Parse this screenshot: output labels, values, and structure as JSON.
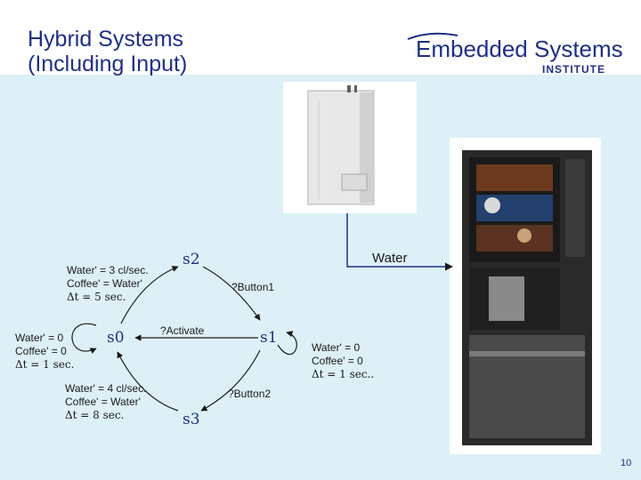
{
  "slide": {
    "title_line1": "Hybrid Systems",
    "title_line2": "(Including Input)",
    "page_number": "10"
  },
  "logo": {
    "main_text": "Embedded Systems",
    "sub_text": "INSTITUTE"
  },
  "states": {
    "s0": "s0",
    "s1": "s1",
    "s2": "s2",
    "s3": "s3"
  },
  "transitions": {
    "activate": "?Activate",
    "button1": "?Button1",
    "button2": "?Button2"
  },
  "equations": {
    "s2": [
      "Water' = 3 cl/sec.",
      "Coffee' = Water'",
      "Δt = 5 sec."
    ],
    "s0": [
      "Water' = 0",
      "Coffee' = 0",
      "Δt = 1 sec."
    ],
    "s3": [
      "Water' = 4 cl/sec.",
      "Coffee' = Water'",
      "Δt = 8 sec."
    ],
    "s1": [
      "Water' = 0",
      "Coffee' = 0",
      "Δt = 1 sec.."
    ]
  },
  "input_label": "Water",
  "colors": {
    "accent": "#1f2f86",
    "content_background": "#ddf0f7"
  }
}
